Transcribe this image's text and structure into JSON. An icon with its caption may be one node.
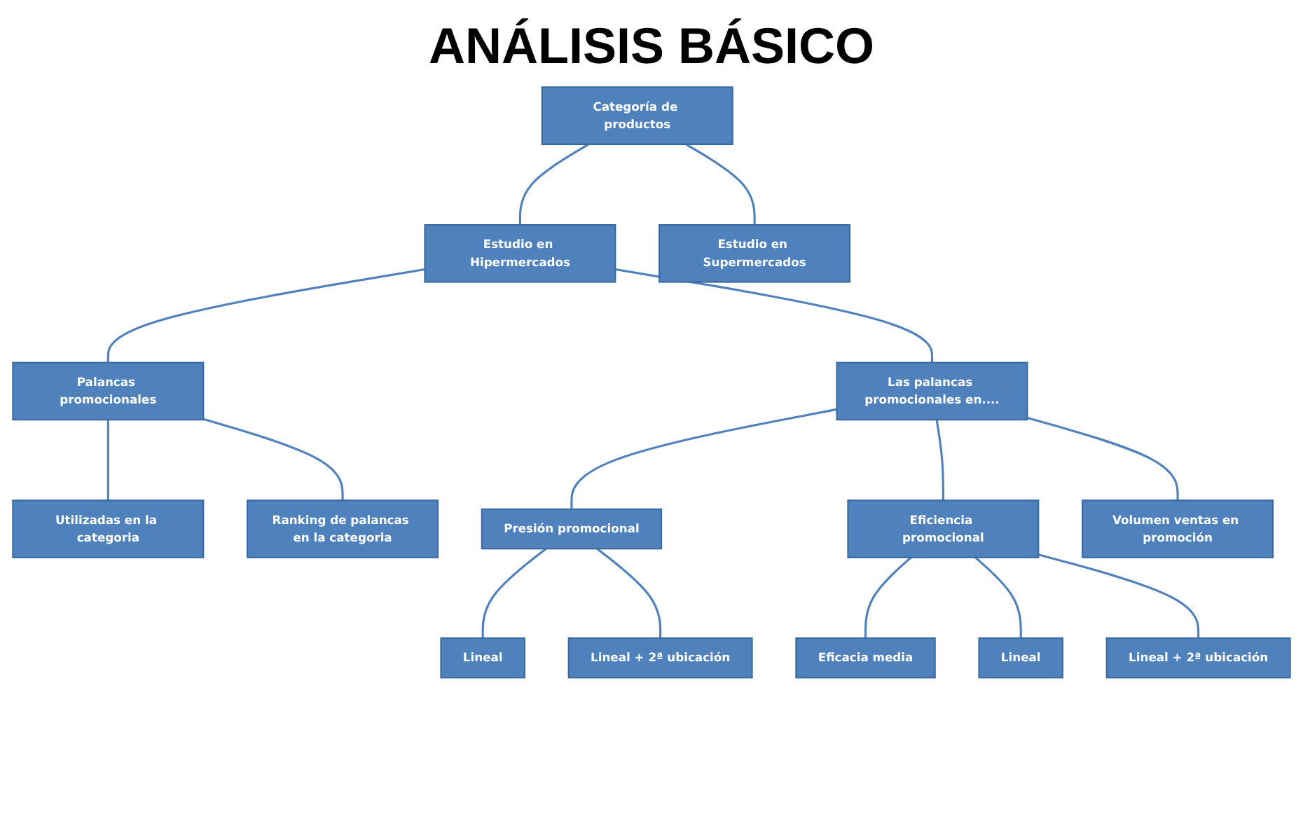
{
  "diagram": {
    "title": "ANÁLISIS BÁSICO",
    "nodes": [
      {
        "text": [
          "Categoría de productos"
        ]
      },
      {
        "text": [
          "Estudio en Hipermercados"
        ]
      },
      {
        "text": [
          "Estudio en Supermercados"
        ]
      },
      {
        "text": [
          "Palancas promocionales"
        ]
      },
      {
        "text": [
          "Las palancas promocionales en...."
        ]
      },
      {
        "text": [
          "Utilizadas en la categoria"
        ]
      },
      {
        "text": [
          "Ranking de palancas en la categoria"
        ]
      },
      {
        "text": [
          "Presión promocional"
        ]
      },
      {
        "text": [
          "Eficiencia promocional"
        ]
      },
      {
        "text": [
          "Volumen ventas en promoción"
        ]
      },
      {
        "text": [
          "Lineal"
        ]
      },
      {
        "text": [
          "Lineal + 2ª ubicación"
        ]
      },
      {
        "text": [
          "Eficacia media"
        ]
      },
      {
        "text": [
          "Lineal"
        ]
      },
      {
        "text": [
          "Lineal + 2ª ubicación"
        ]
      }
    ],
    "edges": [
      {
        "from": 0,
        "to": 1,
        "arrow": "none"
      },
      {
        "from": 0,
        "to": 2,
        "arrow": "none"
      },
      {
        "from": 1,
        "to": 3,
        "arrow": "none"
      },
      {
        "from": 1,
        "to": 4,
        "arrow": "none"
      },
      {
        "from": 3,
        "to": 5,
        "arrow": "none"
      },
      {
        "from": 3,
        "to": 6,
        "arrow": "none"
      },
      {
        "from": 4,
        "to": 7,
        "arrow": "none"
      },
      {
        "from": 4,
        "to": 8,
        "arrow": "none"
      },
      {
        "from": 4,
        "to": 9,
        "arrow": "none"
      },
      {
        "from": 7,
        "to": 10,
        "arrow": "none"
      },
      {
        "from": 7,
        "to": 11,
        "arrow": "none"
      },
      {
        "from": 8,
        "to": 12,
        "arrow": "none"
      },
      {
        "from": 8,
        "to": 13,
        "arrow": "none"
      },
      {
        "from": 8,
        "to": 14,
        "arrow": "none"
      }
    ]
  }
}
